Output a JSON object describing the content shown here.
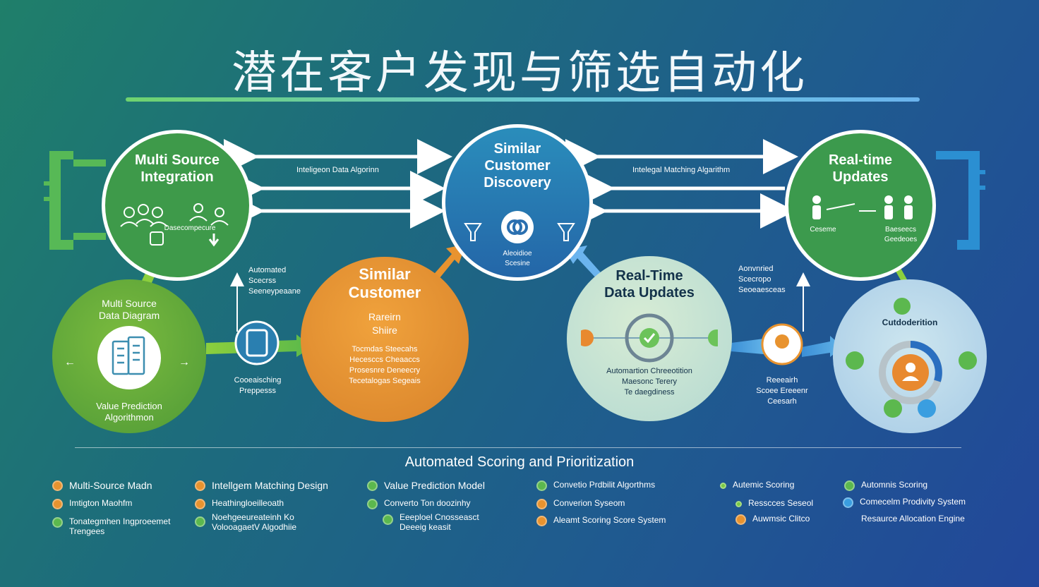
{
  "title": "潜在客户发现与筛选自动化",
  "colors": {
    "green": "#3e9a4a",
    "lime": "#79b83d",
    "orange": "#e8932f",
    "blue": "#2a7fb8",
    "mint": "#cfe8d6",
    "sky": "#b6d6ea",
    "accent_gradient": [
      "#6fd36e",
      "#6bb4ee"
    ]
  },
  "nodes": {
    "multi_source": {
      "title": "Multi Source\nIntegration",
      "text": "Dasecompecure",
      "icon": "people-cluster-icon"
    },
    "similar_discovery": {
      "title": "Similar\nCustomer\nDiscovery",
      "text": "Aleoidioe\nScesine",
      "icon": "link-rings-icon"
    },
    "realtime_updates": {
      "title": "Real-time\nUpdates",
      "text_left": "Ceseme",
      "text_right": "Baeseecs\nGeedeoes",
      "icon": "people-exchange-icon"
    },
    "multi_diagram": {
      "title": "Multi Source\nData Diagram",
      "footer": "Value Prediction\nAlgorithmon",
      "icon": "building-data-icon"
    },
    "similar_profile": {
      "title": "Similar\nCustomer",
      "subtitle": "Rareirn\nShiire",
      "text": "Tocmdas Steecahs\nHecesccs Cheaaccs\nProsesnre Deneecry\nTecetalogas Segeais"
    },
    "realtime_data": {
      "title": "Real-Time\nData Updates",
      "text": "Automartion Chreeotition\nMaesonc Terery\nTe daegdiness",
      "icon": "refresh-check-icon"
    },
    "cutdecision": {
      "title": "Cutdoderition",
      "icon": "user-score-icon"
    }
  },
  "connectors": {
    "top_left": "Inteligeon Data Algorinn",
    "top_right": "Intelegal Matching Algarithm"
  },
  "side_labels": {
    "automated_left": "Automated\nScecrss\nSeeneypeaane",
    "coordinating_left": "Cooeaisching\nPreppesss",
    "automated_right": "Aonvnried\nScecropo\nSeoeaesceas",
    "research_right": "Reeeairh\nScoee Ereeenr\nCeesarh"
  },
  "section_title": "Automated Scoring and Prioritization",
  "list": {
    "col1": [
      "Multi-Source Madn",
      "Imtigton Maohfm",
      "Tonategmhen Ingproeemet\nTrengees"
    ],
    "col2": [
      "Intellgem Matching Design",
      "Heathingloeilleoath",
      "Noehgeeureateinh Ko\nVolooagaetV Algodhiie"
    ],
    "col3": [
      "Value Prediction Model",
      "Converto Ton doozinhy",
      "Eeeploel Cnosseasct\nDeeeig keasit"
    ],
    "col4": [
      "Convetio Prdbilit Algorthms",
      "Converion Syseom",
      "Aleamt Scoring Score System"
    ],
    "col5": [
      "Autemic Scoring",
      "Resscces Seseol",
      "Auwmsic Clitco"
    ],
    "col6": [
      "Automnis Scoring",
      "Comecelm Prodivity System",
      "Resaurce Allocation Engine"
    ]
  }
}
